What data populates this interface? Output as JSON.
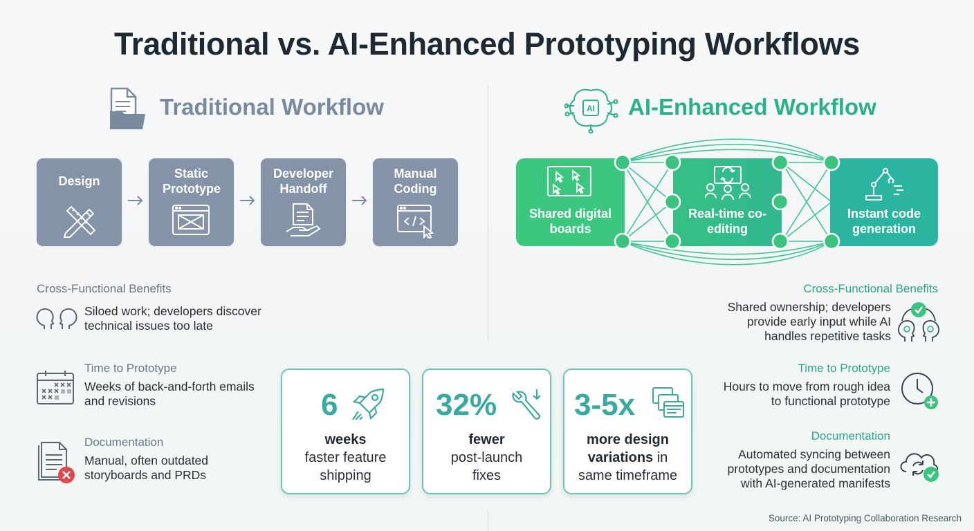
{
  "title": "Traditional vs. AI-Enhanced Prototyping Workflows",
  "traditional": {
    "heading": "Traditional Workflow",
    "steps": [
      {
        "label": "Design",
        "icon": "pencil-ruler-icon"
      },
      {
        "label": "Static Prototype",
        "icon": "wireframe-window-icon"
      },
      {
        "label": "Developer Handoff",
        "icon": "document-hand-icon"
      },
      {
        "label": "Manual Coding",
        "icon": "code-window-icon"
      }
    ],
    "benefits": [
      {
        "heading": "Cross-Functional Benefits",
        "text": "Siloed work; developers discover technical issues too late",
        "icon": "two-heads-icon"
      },
      {
        "heading": "Time to Prototype",
        "text": "Weeks of back-and-forth emails and revisions",
        "icon": "calendar-icon"
      },
      {
        "heading": "Documentation",
        "text": "Manual, often outdated storyboards and PRDs",
        "icon": "document-error-icon"
      }
    ]
  },
  "ai": {
    "heading": "AI-Enhanced Workflow",
    "steps": [
      {
        "label": "Shared digital boards",
        "icon": "board-cursors-icon"
      },
      {
        "label": "Real-time co-editing",
        "icon": "team-screen-icon"
      },
      {
        "label": "Instant code generation",
        "icon": "robot-arm-icon"
      }
    ],
    "benefits": [
      {
        "heading": "Cross-Functional Benefits",
        "text": "Shared ownership; developers provide early input while AI handles repetitive tasks",
        "icon": "heads-check-icon"
      },
      {
        "heading": "Time to Prototype",
        "text": "Hours to move from rough idea to functional prototype",
        "icon": "clock-plus-icon"
      },
      {
        "heading": "Documentation",
        "text": "Automated syncing between prototypes and documentation with AI-generated manifests",
        "icon": "cloud-sync-icon"
      }
    ]
  },
  "stats": [
    {
      "value": "6",
      "bold": "weeks",
      "rest": "faster feature shipping",
      "icon": "rocket-icon"
    },
    {
      "value": "32%",
      "bold": "fewer",
      "rest": "post-launch fixes",
      "icon": "wrench-icon"
    },
    {
      "value": "3-5x",
      "bold": "more design variations",
      "inline": "in",
      "rest": "same timeframe",
      "icon": "stacked-windows-icon"
    }
  ],
  "source": "Source: AI Prototyping Collaboration Research",
  "colors": {
    "traditional": "#8593a8",
    "ai_green": "#3cc77f",
    "ai_teal": "#2bb5a0",
    "stat_teal": "#3aa99e"
  }
}
